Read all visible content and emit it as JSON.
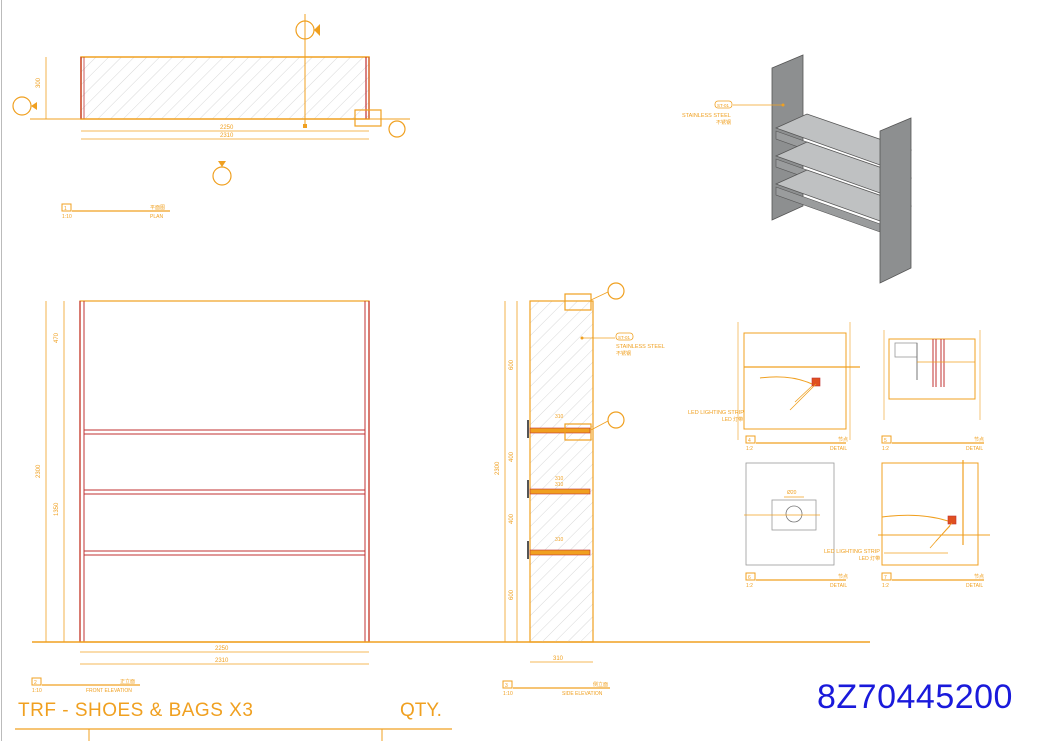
{
  "drawing": {
    "title": "TRF - SHOES & BAGS X3",
    "qty_label": "QTY.",
    "code": "8Z70445200"
  },
  "plan": {
    "dim_width_inner": "2250",
    "dim_width_outer": "2310",
    "dim_depth": "300",
    "caption_cn": "平面图",
    "caption_en": "PLAN",
    "scale": "1:10",
    "tag": "1"
  },
  "front_elevation": {
    "dim_total_height": "2300",
    "dim_top": "470",
    "dim_mid": "1350",
    "dim_width_inner": "2250",
    "dim_width_outer": "2310",
    "caption_cn": "正立面",
    "caption_en": "FRONT ELEVATION",
    "scale": "1:10",
    "tag": "2"
  },
  "side_elevation": {
    "dim_total_height": "2300",
    "dim_seg_1": "600",
    "dim_seg_2": "400",
    "dim_seg_3": "400",
    "dim_seg_4": "600",
    "dim_width": "310",
    "shelf_dims": [
      "310",
      "310",
      "310",
      "310"
    ],
    "material_code": "ST-01",
    "material_en": "STAINLESS STEEL",
    "material_cn": "不锈钢",
    "caption_cn": "侧立面",
    "caption_en": "SIDE ELEVATION",
    "scale": "1:10",
    "tag": "3"
  },
  "perspective": {
    "material_code": "ST-01",
    "material_en": "STAINLESS STEEL",
    "material_cn": "不锈钢"
  },
  "details": [
    {
      "caption_cn": "节点",
      "caption_en": "DETAIL",
      "scale": "1:2",
      "tag": "4",
      "note_en": "LED LIGHTING STRIP",
      "note_cn": "LED 灯带"
    },
    {
      "caption_cn": "节点",
      "caption_en": "DETAIL",
      "scale": "1:2",
      "tag": "5"
    },
    {
      "caption_cn": "节点",
      "caption_en": "DETAIL",
      "scale": "1:2",
      "tag": "6",
      "dim": "Ø20"
    },
    {
      "caption_cn": "节点",
      "caption_en": "DETAIL",
      "scale": "1:2",
      "tag": "7",
      "note_en": "LED LIGHTING STRIP",
      "note_cn": "LED 灯带"
    }
  ],
  "colors": {
    "line_orange": "#f0a020",
    "line_red": "#c03030",
    "code_blue": "#1a1adb",
    "steel_grey": "#8d8f90"
  }
}
